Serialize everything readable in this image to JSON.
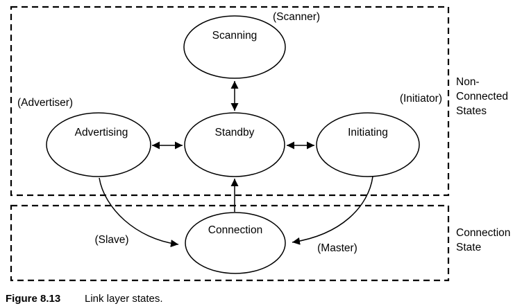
{
  "figure": {
    "caption_label": "Figure 8.13",
    "caption_text": "Link layer states."
  },
  "diagram": {
    "states": {
      "scanning": "Scanning",
      "advertising": "Advertising",
      "standby": "Standby",
      "initiating": "Initiating",
      "connection": "Connection"
    },
    "role_labels": {
      "scanner": "(Scanner)",
      "advertiser": "(Advertiser)",
      "initiator": "(Initiator)",
      "slave": "(Slave)",
      "master": "(Master)"
    },
    "group_labels": {
      "non_connected": [
        "Non-",
        "Connected",
        "States"
      ],
      "connection": [
        "Connection",
        "State"
      ]
    },
    "colors": {
      "line": "#000000",
      "background": "#ffffff"
    }
  }
}
